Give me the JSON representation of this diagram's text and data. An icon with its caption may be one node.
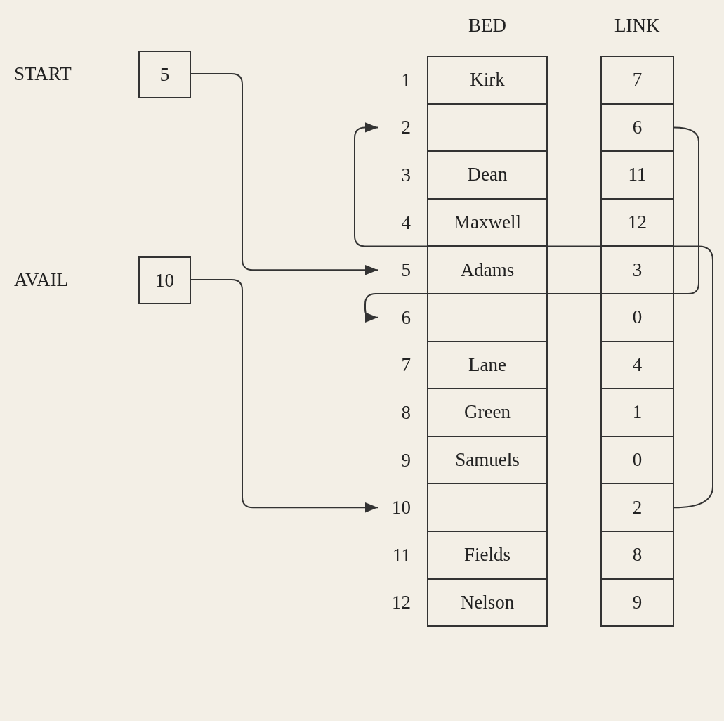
{
  "diagram": {
    "nodes": [
      {
        "text": [
          "5"
        ],
        "beside": [
          "START"
        ]
      },
      {
        "text": [
          "10"
        ],
        "beside": [
          "AVAIL"
        ]
      },
      {
        "text": [
          "Kirk"
        ],
        "beside": [
          "1"
        ]
      },
      {
        "text": [
          "7"
        ]
      },
      {
        "text": [],
        "shape": "box",
        "beside": [
          "2"
        ]
      },
      {
        "text": [
          "6"
        ]
      },
      {
        "text": [
          "Dean"
        ],
        "beside": [
          "3"
        ]
      },
      {
        "text": [
          "11"
        ]
      },
      {
        "text": [
          "Maxwell"
        ],
        "beside": [
          "4"
        ]
      },
      {
        "text": [
          "12"
        ]
      },
      {
        "text": [
          "Adams"
        ],
        "beside": [
          "5"
        ]
      },
      {
        "text": [
          "3"
        ]
      },
      {
        "text": [],
        "shape": "box",
        "beside": [
          "6"
        ]
      },
      {
        "text": [
          "0"
        ]
      },
      {
        "text": [
          "Lane"
        ],
        "beside": [
          "7"
        ]
      },
      {
        "text": [
          "4"
        ]
      },
      {
        "text": [
          "Green"
        ],
        "beside": [
          "8"
        ]
      },
      {
        "text": [
          "1"
        ]
      },
      {
        "text": [
          "Samuels"
        ],
        "beside": [
          "9"
        ]
      },
      {
        "text": [
          "0"
        ]
      },
      {
        "text": [],
        "shape": "box",
        "beside": [
          "10"
        ]
      },
      {
        "text": [
          "2"
        ]
      },
      {
        "text": [
          "Fields"
        ],
        "beside": [
          "11"
        ]
      },
      {
        "text": [
          "8"
        ]
      },
      {
        "text": [
          "Nelson"
        ],
        "beside": [
          "12"
        ]
      },
      {
        "text": [
          "9"
        ]
      }
    ],
    "edges": [
      {
        "from": 0,
        "to": 10,
        "arrow": "to"
      },
      {
        "from": 1,
        "to": 20,
        "arrow": "to"
      },
      {
        "from": 21,
        "to": 4,
        "arrow": "to"
      },
      {
        "from": 5,
        "to": 12,
        "arrow": "to"
      }
    ],
    "labels": [
      "BED",
      "LINK"
    ]
  }
}
